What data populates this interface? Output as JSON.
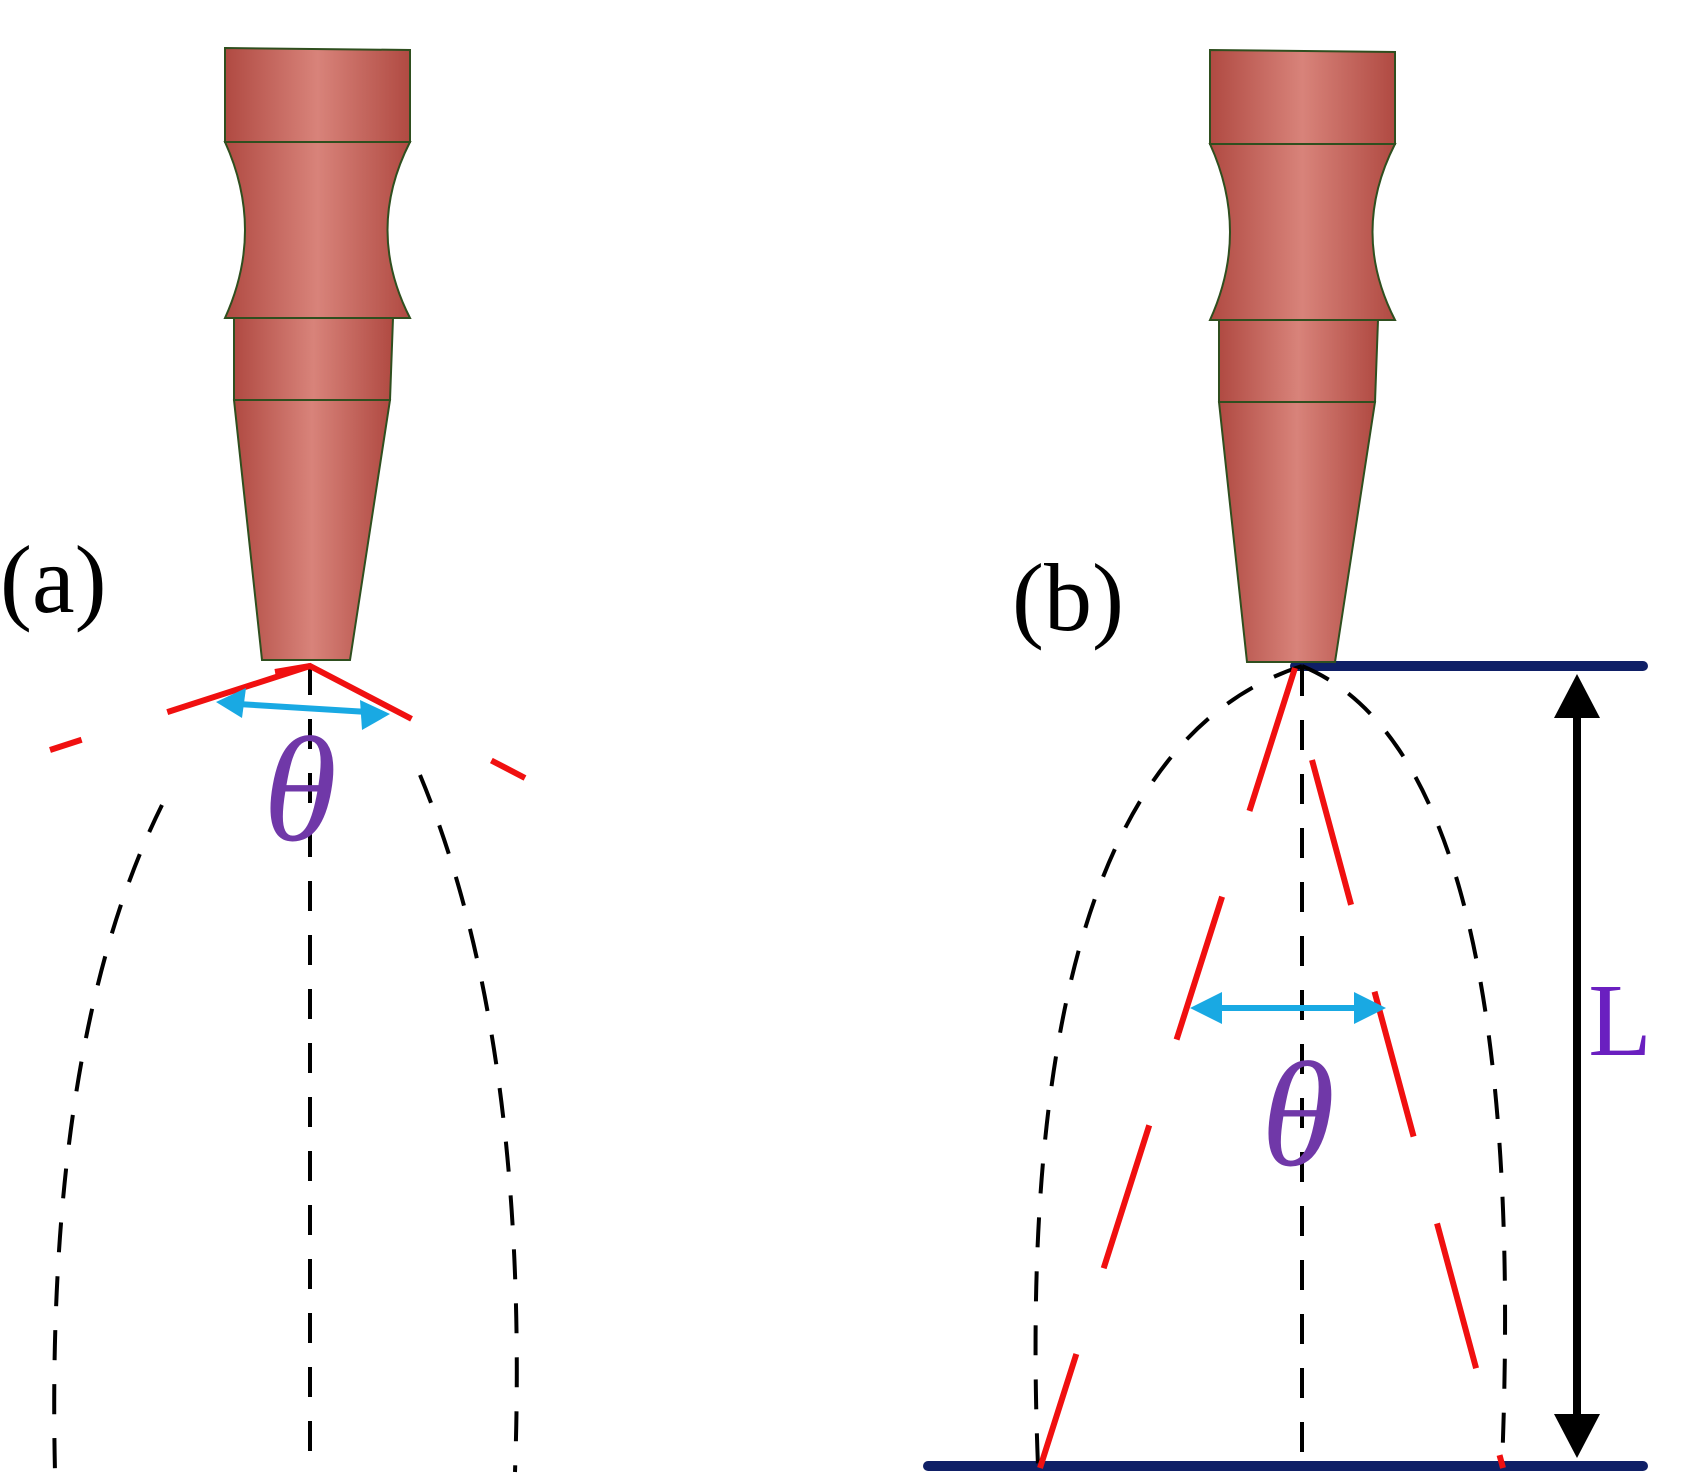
{
  "panels": [
    {
      "label": "(a)",
      "angle_symbol": "θ"
    },
    {
      "label": "(b)",
      "angle_symbol": "θ",
      "length_symbol": "L"
    }
  ],
  "colors": {
    "nozzle": "#c46a5e",
    "nozzle_outline": "#2f4f1f",
    "red_dash": "#f01010",
    "angle_arrow": "#19a9e3",
    "symbol_purple": "#7038a8",
    "length_purple": "#6a1fc0",
    "baseline_navy": "#0f1f66",
    "dim_arrow": "#000000"
  },
  "icons": [
    "nozzle-icon"
  ]
}
